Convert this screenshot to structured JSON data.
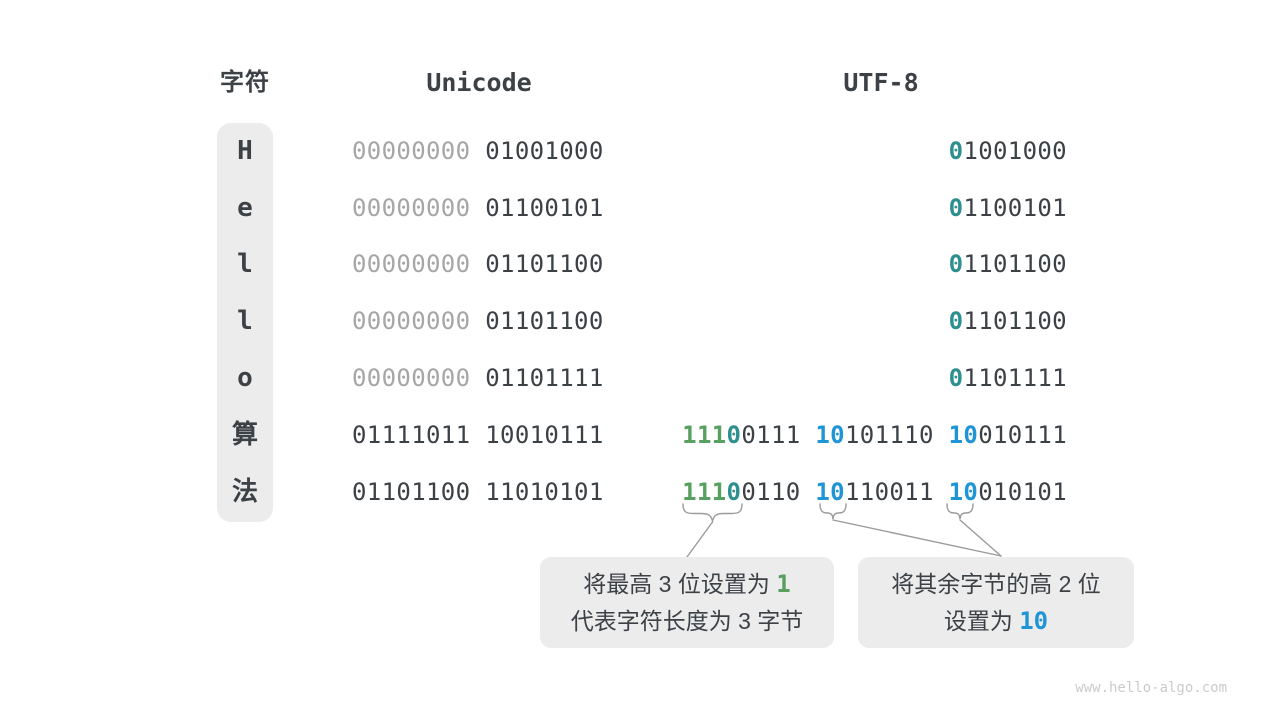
{
  "page": {
    "watermark": "www.hello-algo.com"
  },
  "header": {
    "char": "字符",
    "unicode": "Unicode",
    "utf8": "UTF-8"
  },
  "colors": {
    "dark": "#3c4146",
    "gray": "#a6a6a6",
    "green": "#57a05f",
    "teal": "#2e908e",
    "blue": "#1f95d6",
    "box_bg": "#ececec",
    "line": "#9b9b9b",
    "watermark": "#cbcbcb"
  },
  "rows": [
    {
      "char": "H",
      "unicode": [
        [
          "00000000",
          "gray"
        ],
        [
          " ",
          "dark"
        ],
        [
          "01001000",
          "dark"
        ]
      ],
      "utf8": [
        [
          "0",
          "teal"
        ],
        [
          "1001000",
          "dark"
        ]
      ]
    },
    {
      "char": "e",
      "unicode": [
        [
          "00000000",
          "gray"
        ],
        [
          " ",
          "dark"
        ],
        [
          "01100101",
          "dark"
        ]
      ],
      "utf8": [
        [
          "0",
          "teal"
        ],
        [
          "1100101",
          "dark"
        ]
      ]
    },
    {
      "char": "l",
      "unicode": [
        [
          "00000000",
          "gray"
        ],
        [
          " ",
          "dark"
        ],
        [
          "01101100",
          "dark"
        ]
      ],
      "utf8": [
        [
          "0",
          "teal"
        ],
        [
          "1101100",
          "dark"
        ]
      ]
    },
    {
      "char": "l",
      "unicode": [
        [
          "00000000",
          "gray"
        ],
        [
          " ",
          "dark"
        ],
        [
          "01101100",
          "dark"
        ]
      ],
      "utf8": [
        [
          "0",
          "teal"
        ],
        [
          "1101100",
          "dark"
        ]
      ]
    },
    {
      "char": "o",
      "unicode": [
        [
          "00000000",
          "gray"
        ],
        [
          " ",
          "dark"
        ],
        [
          "01101111",
          "dark"
        ]
      ],
      "utf8": [
        [
          "0",
          "teal"
        ],
        [
          "1101111",
          "dark"
        ]
      ]
    },
    {
      "char": "算",
      "unicode": [
        [
          "01111011",
          "dark"
        ],
        [
          " ",
          "dark"
        ],
        [
          "10010111",
          "dark"
        ]
      ],
      "utf8": [
        [
          "111",
          "green"
        ],
        [
          "0",
          "teal"
        ],
        [
          "0111",
          "dark"
        ],
        [
          " ",
          "dark"
        ],
        [
          "10",
          "blue"
        ],
        [
          "101110",
          "dark"
        ],
        [
          " ",
          "dark"
        ],
        [
          "10",
          "blue"
        ],
        [
          "010111",
          "dark"
        ]
      ]
    },
    {
      "char": "法",
      "unicode": [
        [
          "01101100",
          "dark"
        ],
        [
          " ",
          "dark"
        ],
        [
          "11010101",
          "dark"
        ]
      ],
      "utf8": [
        [
          "111",
          "green"
        ],
        [
          "0",
          "teal"
        ],
        [
          "0110",
          "dark"
        ],
        [
          " ",
          "dark"
        ],
        [
          "10",
          "blue"
        ],
        [
          "110011",
          "dark"
        ],
        [
          " ",
          "dark"
        ],
        [
          "10",
          "blue"
        ],
        [
          "010101",
          "dark"
        ]
      ]
    }
  ],
  "callouts": [
    {
      "lines": [
        [
          [
            "将最高 3 位设置为 ",
            "dark"
          ],
          [
            "1",
            "green"
          ]
        ],
        [
          [
            "代表字符长度为 3 字节",
            "dark"
          ]
        ]
      ]
    },
    {
      "lines": [
        [
          [
            "将其余字节的高 2 位",
            "dark"
          ]
        ],
        [
          [
            "设置为 ",
            "dark"
          ],
          [
            "10",
            "blue"
          ]
        ]
      ]
    }
  ]
}
